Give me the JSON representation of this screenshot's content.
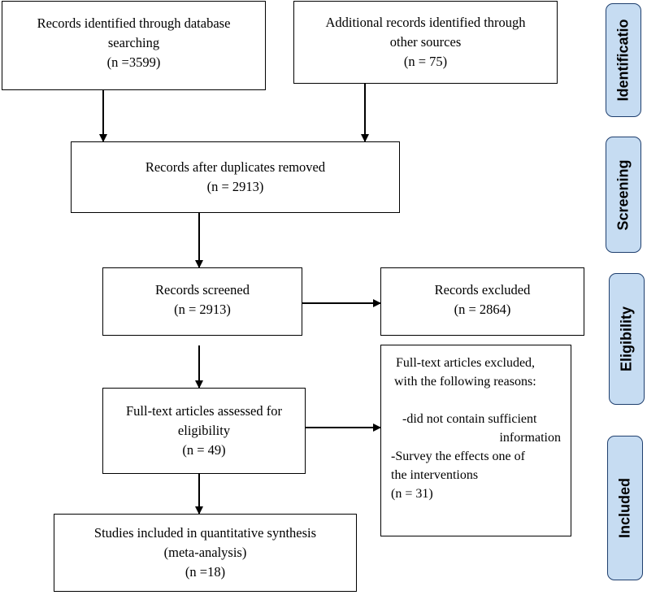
{
  "flowchart": {
    "identification_db": {
      "line1": "Records identified through database",
      "line2": "searching",
      "line3": "(n =3599)"
    },
    "identification_other": {
      "line1": "Additional records identified through",
      "line2": "other sources",
      "line3": "(n = 75)"
    },
    "duplicates_removed": {
      "line1": "Records after duplicates removed",
      "line2": "(n = 2913)"
    },
    "screened": {
      "line1": "Records screened",
      "line2": "(n = 2913)"
    },
    "excluded": {
      "line1": "Records excluded",
      "line2": "(n = 2864)"
    },
    "fulltext_assessed": {
      "line1": "Full-text articles assessed for",
      "line2": "eligibility",
      "line3": "(n = 49)"
    },
    "fulltext_excluded": {
      "line1": "Full-text articles excluded,",
      "line2": "with the following reasons:",
      "line3": "-did not contain sufficient",
      "line4": "information",
      "line5": "-Survey the effects one of",
      "line6": "the interventions",
      "line7": "(n = 31)"
    },
    "included": {
      "line1": "Studies included in quantitative synthesis",
      "line2": "(meta-analysis)",
      "line3": "(n =18)"
    }
  },
  "phases": {
    "identification": "Identificatio",
    "screening": "Screening",
    "eligibility": "Eligibility",
    "included": "Included"
  },
  "colors": {
    "phase_fill": "#c6dcf2",
    "phase_border": "#1f3f6e",
    "box_border": "#000000"
  }
}
